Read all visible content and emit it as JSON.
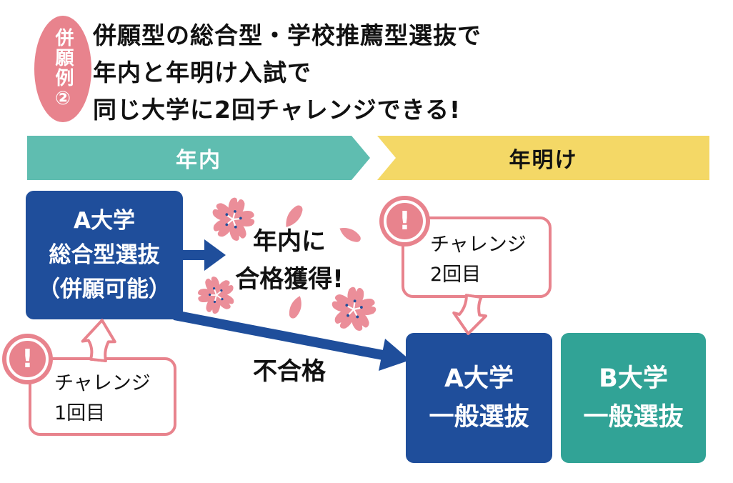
{
  "badge": {
    "text": "併願例②"
  },
  "title": {
    "lines": [
      "併願型の総合型・学校推薦型選抜で",
      "年内と年明け入試で",
      "同じ大学に2回チャレンジできる!"
    ]
  },
  "timeline": {
    "left_label": "年内",
    "right_label": "年明け"
  },
  "box_a1": {
    "line1": "A大学",
    "line2": "総合型選抜",
    "line3": "（併願可能）"
  },
  "pass_note": {
    "line1": "年内に",
    "line2": "合格獲得!"
  },
  "fail_label": "不合格",
  "bubble1": {
    "line1": "チャレンジ",
    "line2": "1回目",
    "mark": "!"
  },
  "bubble2": {
    "line1": "チャレンジ",
    "line2": "2回目",
    "mark": "!"
  },
  "box_a2": {
    "line1": "A大学",
    "line2": "一般選抜"
  },
  "box_b": {
    "line1": "B大学",
    "line2": "一般選抜"
  },
  "colors": {
    "pink": "#E8838D",
    "sakura_pink": "#EB8E99",
    "timeline_teal": "#5FBDB0",
    "timeline_yellow": "#F4D866",
    "primary_blue": "#1F4E9B",
    "teal_box": "#31A396",
    "text_black": "#111111"
  }
}
